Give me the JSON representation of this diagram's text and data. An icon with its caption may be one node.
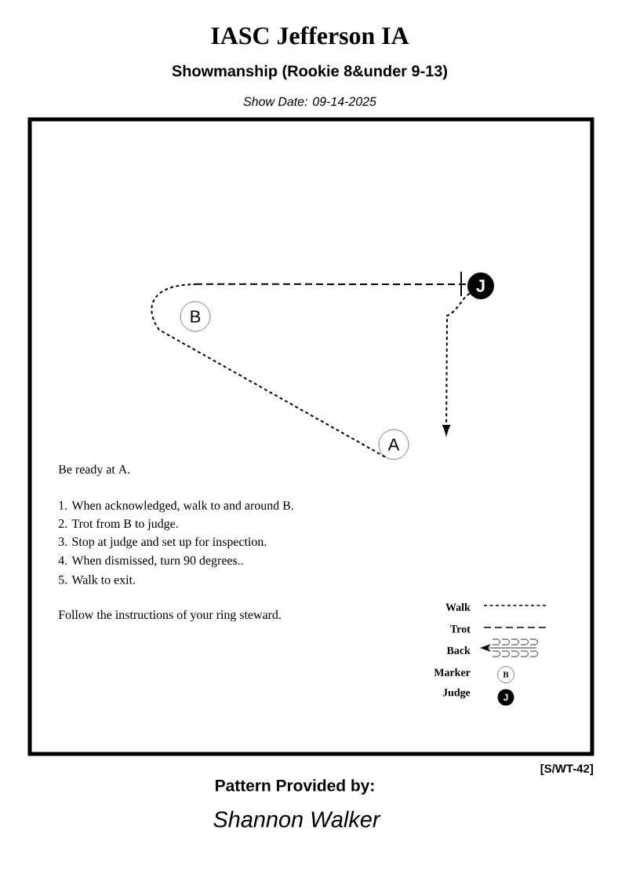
{
  "diagram": {
    "title": "IASC Jefferson IA",
    "nodes": [
      {
        "text": [
          "A"
        ]
      },
      {
        "text": [
          "B"
        ]
      },
      {
        "text": [
          "J"
        ]
      }
    ],
    "edges": [
      {
        "from": 0,
        "to": 1,
        "arrow": "none"
      },
      {
        "from": 1,
        "to": 2,
        "arrow": "none",
        "style": "dashed"
      },
      {
        "from": 2,
        "to": null,
        "arrow": "to"
      }
    ],
    "labels": [
      "Showmanship (Rookie 8&under 9-13)",
      "Show Date: 09-14-2025",
      "Be ready at A.",
      "1. When acknowledged, walk to and around B.",
      "2. Trot from B to judge.",
      "3. Stop at judge and set up for inspection.",
      "4. When dismissed, turn 90 degrees..",
      "5. Walk to exit.",
      "Follow the instructions of your ring steward.",
      "B",
      "J",
      "[S/WT-42]",
      "Pattern Provided by:",
      "Shannon Walker"
    ],
    "legend": [
      {
        "text": "Walk"
      },
      {
        "text": "Trot"
      },
      {
        "text": "Back"
      },
      {
        "text": "Marker"
      },
      {
        "text": "Judge"
      }
    ]
  }
}
